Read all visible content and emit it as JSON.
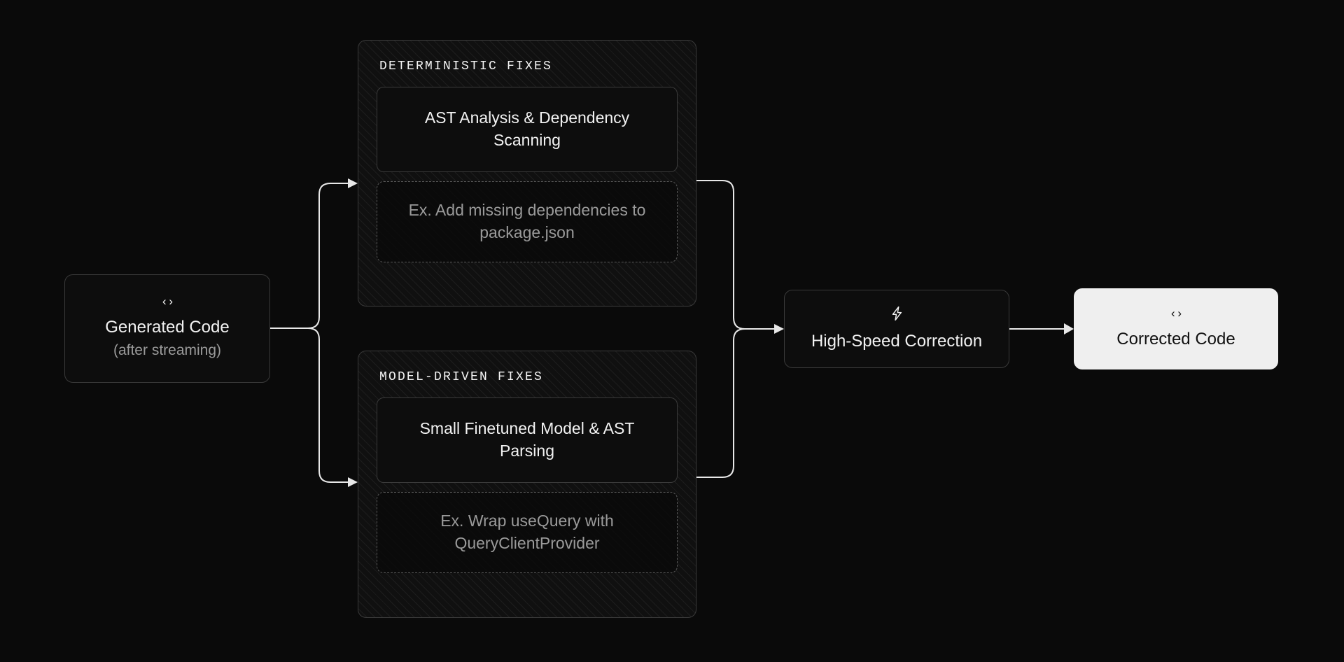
{
  "canvas": {
    "background": "#0a0a0a",
    "accent_light": "#efefef",
    "border_color": "#3a3a3a",
    "muted_text": "#9a9a9a",
    "edge_color": "#e8e8e8"
  },
  "nodes": {
    "generated_code": {
      "icon": "code-brackets-icon",
      "icon_glyph": "‹›",
      "title": "Generated Code",
      "subtitle": "(after streaming)"
    },
    "high_speed_correction": {
      "icon": "lightning-bolt-icon",
      "icon_glyph": "⚡",
      "title": "High-Speed Correction"
    },
    "corrected_code": {
      "icon": "code-brackets-icon",
      "icon_glyph": "‹›",
      "title": "Corrected Code"
    }
  },
  "panels": [
    {
      "label": "DETERMINISTIC FIXES",
      "process": "AST Analysis & Dependency Scanning",
      "example": "Ex. Add missing dependencies to package.json"
    },
    {
      "label": "MODEL-DRIVEN FIXES",
      "process": "Small Finetuned Model & AST Parsing",
      "example": "Ex. Wrap useQuery with QueryClientProvider"
    }
  ],
  "edges": [
    {
      "from": "generated_code",
      "to": "deterministic_fixes",
      "style": "orthogonal-rounded",
      "arrow": true
    },
    {
      "from": "generated_code",
      "to": "model_driven_fixes",
      "style": "orthogonal-rounded",
      "arrow": true
    },
    {
      "from": "deterministic_fixes",
      "to": "high_speed_correction",
      "style": "orthogonal-rounded",
      "arrow": true
    },
    {
      "from": "model_driven_fixes",
      "to": "high_speed_correction",
      "style": "orthogonal-rounded",
      "arrow": true
    },
    {
      "from": "high_speed_correction",
      "to": "corrected_code",
      "style": "straight",
      "arrow": true
    }
  ]
}
